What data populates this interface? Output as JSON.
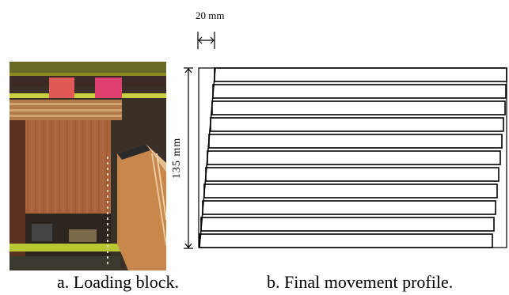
{
  "figure": {
    "dimension_top": "20 mm",
    "dimension_side": "135 mm",
    "captions": {
      "a": "a. Loading block.",
      "b": "b. Final movement profile."
    }
  }
}
